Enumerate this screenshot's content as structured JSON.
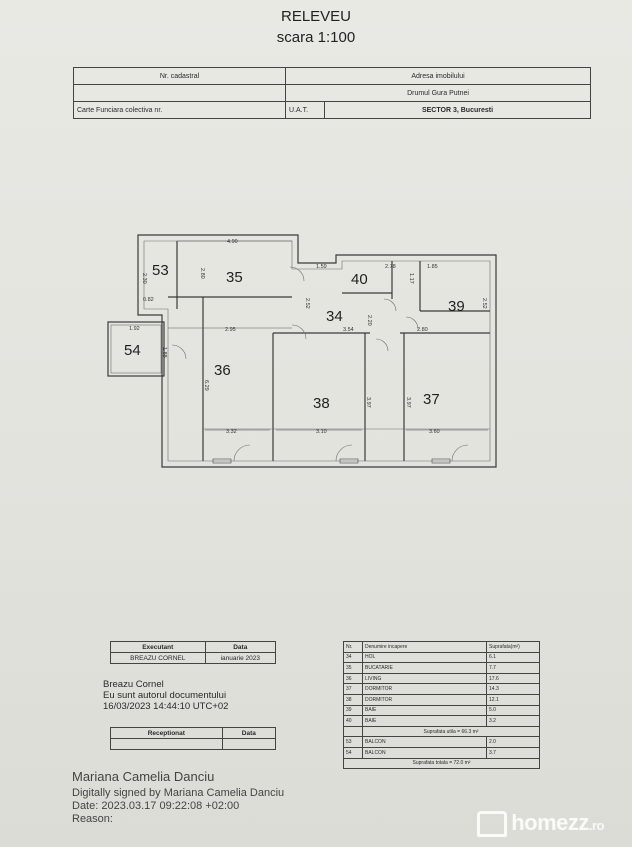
{
  "header": {
    "title": "RELEVEU",
    "scale": "scara 1:100"
  },
  "cadastral_table": {
    "nr_cadastral_label": "Nr. cadastral",
    "adresa_label": "Adresa imobilului",
    "adresa_value": "Drumul Gura Putnei",
    "carte_label": "Carte Funciara colectiva nr.",
    "uat_label": "U.A.T.",
    "uat_value": "SECTOR 3, Bucuresti"
  },
  "plan": {
    "rooms": [
      {
        "num": "53"
      },
      {
        "num": "35"
      },
      {
        "num": "40"
      },
      {
        "num": "39"
      },
      {
        "num": "34"
      },
      {
        "num": "54"
      },
      {
        "num": "36"
      },
      {
        "num": "38"
      },
      {
        "num": "37"
      }
    ],
    "dimensions": [
      "4.90",
      "2.30",
      "2.80",
      "0.82",
      "1.59",
      "2.78",
      "1.17",
      "1.85",
      "2.52",
      "2.52",
      "2.95",
      "3.54",
      "2.20",
      "2.80",
      "1.92",
      "1.88",
      "6.29",
      "3.97",
      "3.97",
      "3.32",
      "3.10",
      "3.60"
    ]
  },
  "executant_table": {
    "col1_header": "Executant",
    "col2_header": "Data",
    "col1_value": "BREAZU CORNEL",
    "col2_value": "ianuarie 2023"
  },
  "signature_block": {
    "line1": "Breazu Cornel",
    "line2": "Eu sunt autorul documentului",
    "line3": "16/03/2023 14:44:10 UTC+02"
  },
  "receptionat_table": {
    "col1_header": "Receptionat",
    "col2_header": "Data"
  },
  "digital_signature": {
    "name": "Mariana Camelia Danciu",
    "signed_by": "Digitally signed by Mariana Camelia Danciu",
    "date": "Date: 2023.03.17 09:22:08 +02:00",
    "reason": "Reason:"
  },
  "surfaces_table": {
    "headers": [
      "Nr.",
      "Denumire incapere",
      "Suprafata(m²)"
    ],
    "rows": [
      [
        "34",
        "HOL",
        "6.1"
      ],
      [
        "35",
        "BUCATARIE",
        "7.7"
      ],
      [
        "36",
        "LIVING",
        "17.6"
      ],
      [
        "37",
        "DORMITOR",
        "14.3"
      ],
      [
        "38",
        "DORMITOR",
        "12.1"
      ],
      [
        "39",
        "BAIE",
        "5.0"
      ],
      [
        "40",
        "BAIE",
        "3.2"
      ]
    ],
    "useful_total": "Suprafata utila = 66.3 m²",
    "balcony_rows": [
      [
        "53",
        "BALCON",
        "2.0"
      ],
      [
        "54",
        "BALCON",
        "3.7"
      ]
    ],
    "grand_total": "Suprafata totala = 72.0 m²"
  },
  "watermark": {
    "brand": "homezz",
    "tld": ".ro"
  }
}
